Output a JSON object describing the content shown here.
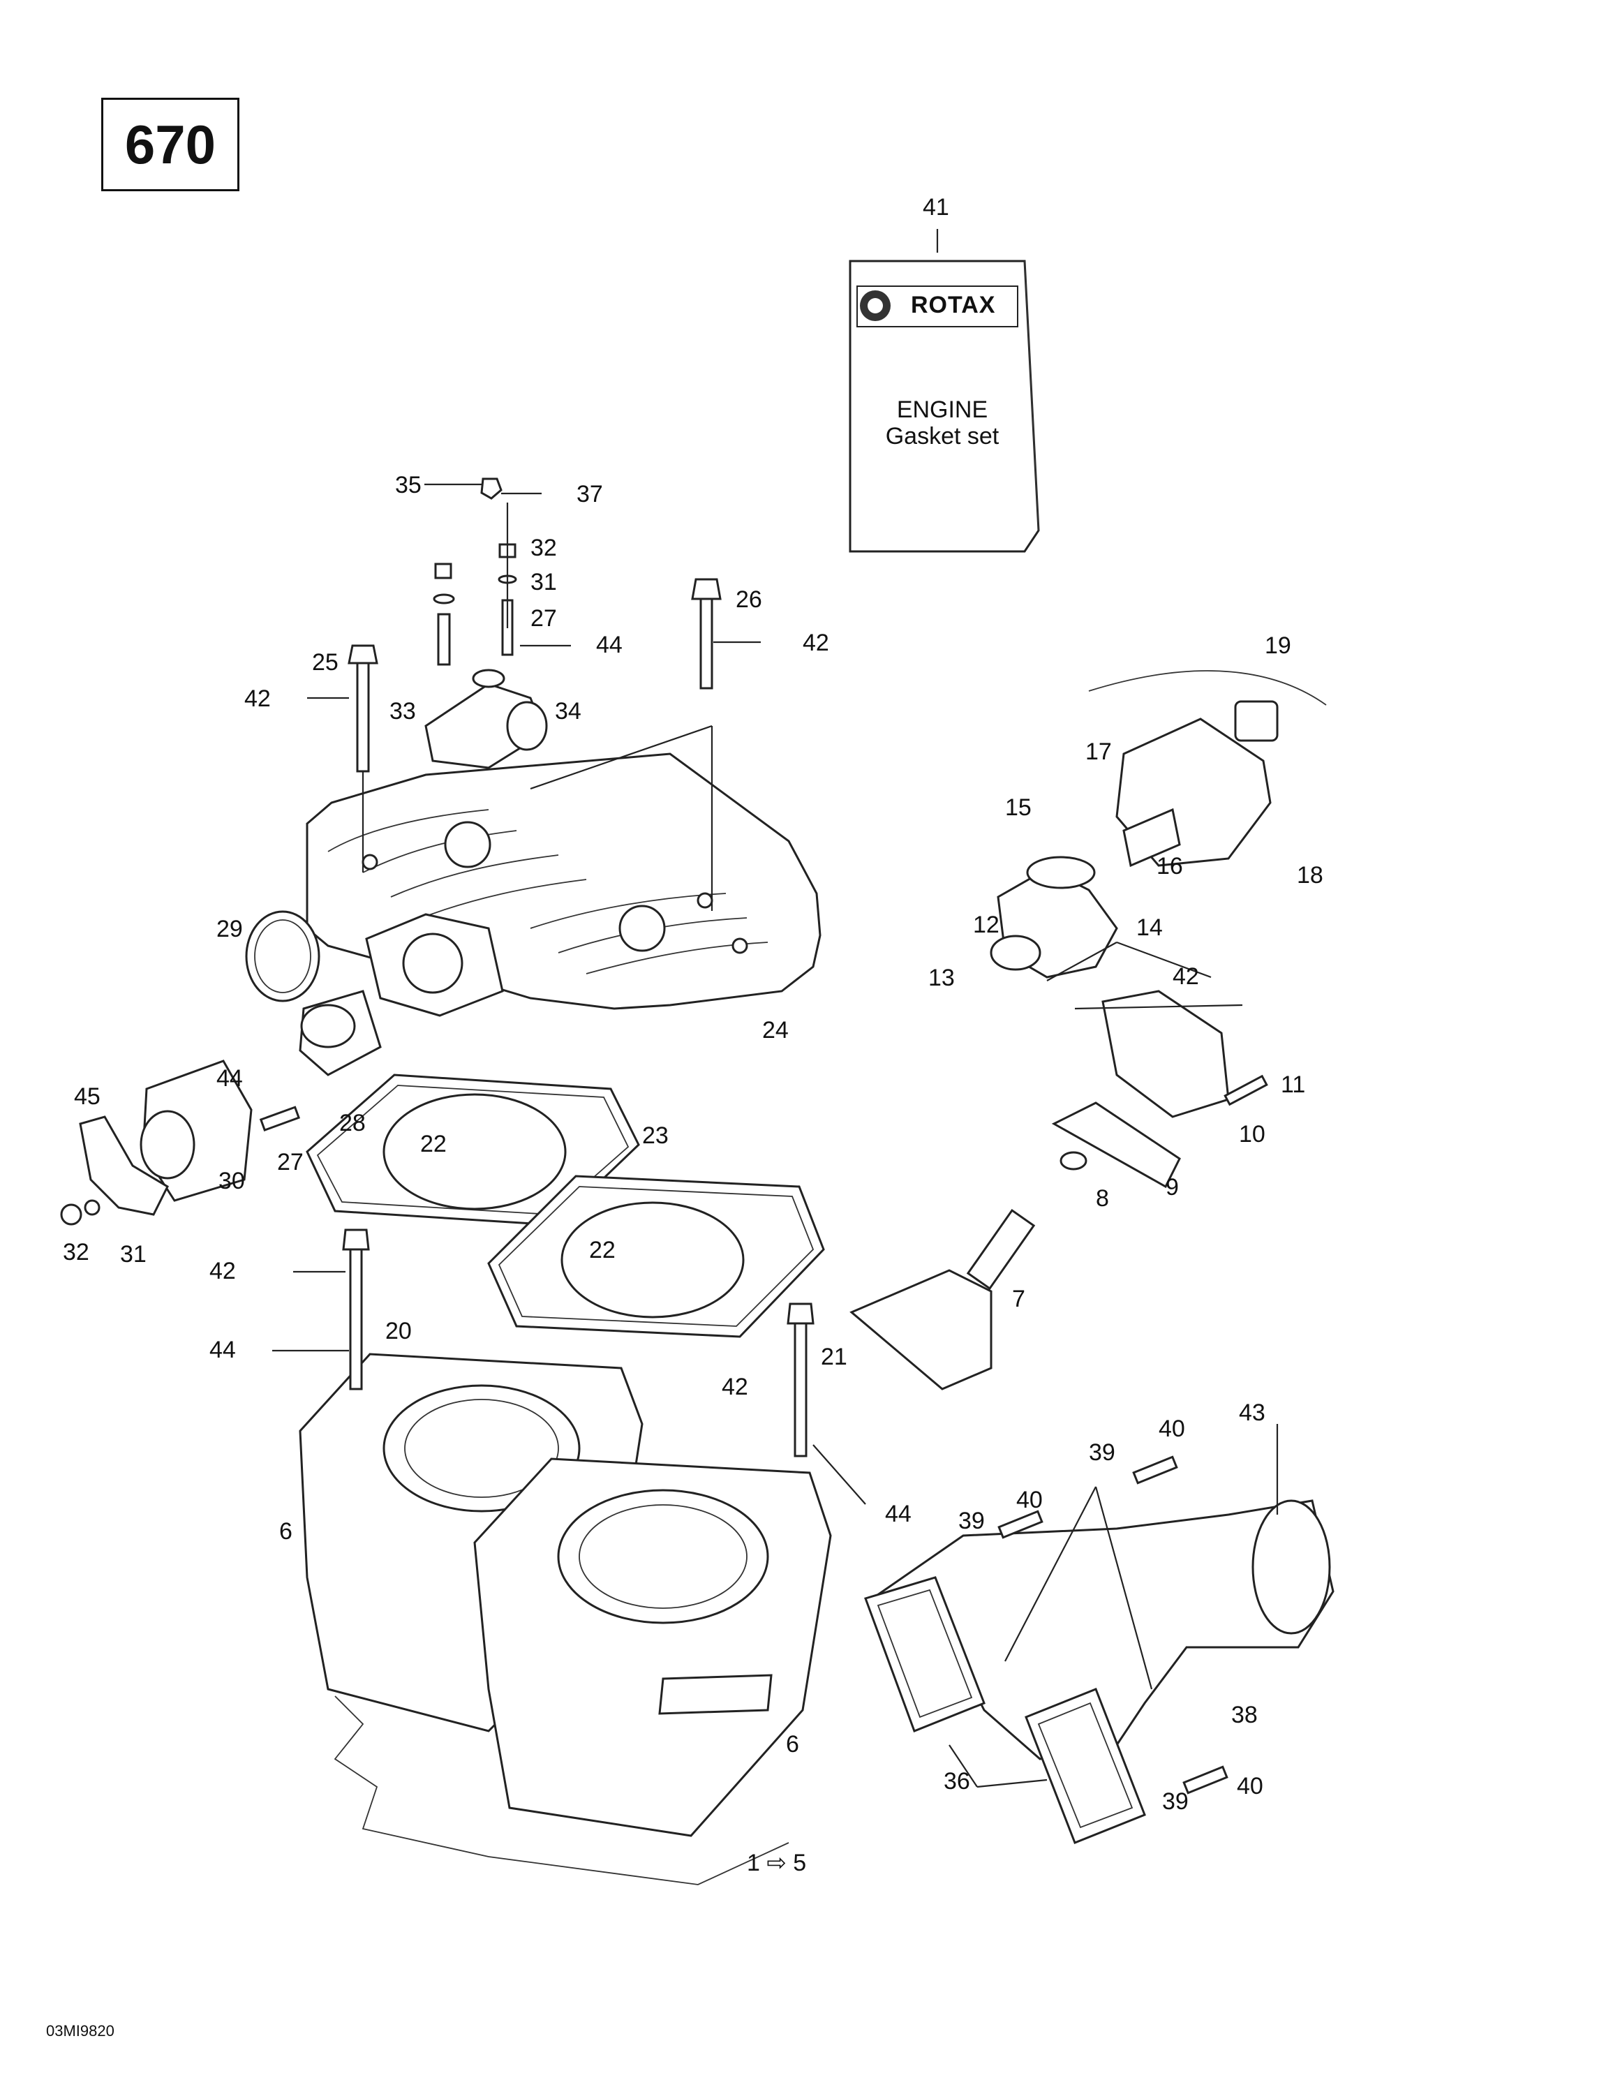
{
  "page_number": "670",
  "figure_reference": "03MI9820",
  "gasket_set_box": {
    "brand": "ROTAX",
    "line1": "ENGINE",
    "line2": "Gasket set"
  },
  "callout_labels": {
    "c41": "41",
    "c35": "35",
    "c37": "37",
    "c32a": "32",
    "c31a": "31",
    "c27a": "27",
    "c44a": "44",
    "c26": "26",
    "c42a": "42",
    "c25": "25",
    "c42b": "42",
    "c33": "33",
    "c34": "34",
    "c29": "29",
    "c24": "24",
    "c44b": "44",
    "c28": "28",
    "c27b": "27",
    "c45": "45",
    "c30": "30",
    "c32b": "32",
    "c31b": "31",
    "c22a": "22",
    "c23": "23",
    "c22b": "22",
    "c42c": "42",
    "c20": "20",
    "c44c": "44",
    "c21": "21",
    "c42d": "42",
    "c44d": "44",
    "c6a": "6",
    "c6b": "6",
    "c1to5": "1 ⇨ 5",
    "c19": "19",
    "c17": "17",
    "c18": "18",
    "c15": "15",
    "c16": "16",
    "c12": "12",
    "c14": "14",
    "c13": "13",
    "c42e": "42",
    "c11": "11",
    "c10": "10",
    "c9": "9",
    "c8": "8",
    "c7": "7",
    "c43": "43",
    "c40a": "40",
    "c39a": "39",
    "c40b": "40",
    "c39b": "39",
    "c38": "38",
    "c36": "36",
    "c40c": "40",
    "c39c": "39"
  }
}
